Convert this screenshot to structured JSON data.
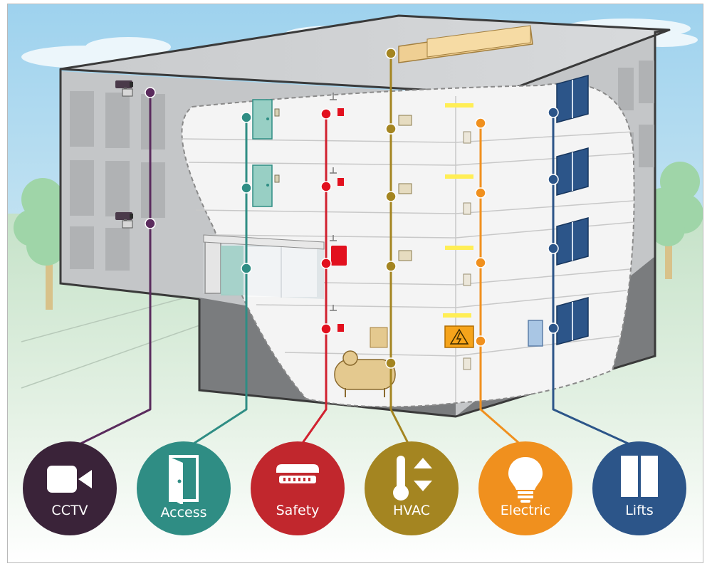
{
  "systems": [
    {
      "id": "cctv",
      "label": "CCTV",
      "color": "#3a2339",
      "icon": "video-camera-icon"
    },
    {
      "id": "access",
      "label": "Access",
      "color": "#2f8d84",
      "icon": "door-icon"
    },
    {
      "id": "safety",
      "label": "Safety",
      "color": "#c1272d",
      "icon": "smoke-detector-icon"
    },
    {
      "id": "hvac",
      "label": "HVAC",
      "color": "#a48521",
      "icon": "thermometer-icon"
    },
    {
      "id": "electric",
      "label": "Electric",
      "color": "#f0901e",
      "icon": "light-bulb-icon"
    },
    {
      "id": "lifts",
      "label": "Lifts",
      "color": "#2c5589",
      "icon": "elevator-icon"
    }
  ]
}
